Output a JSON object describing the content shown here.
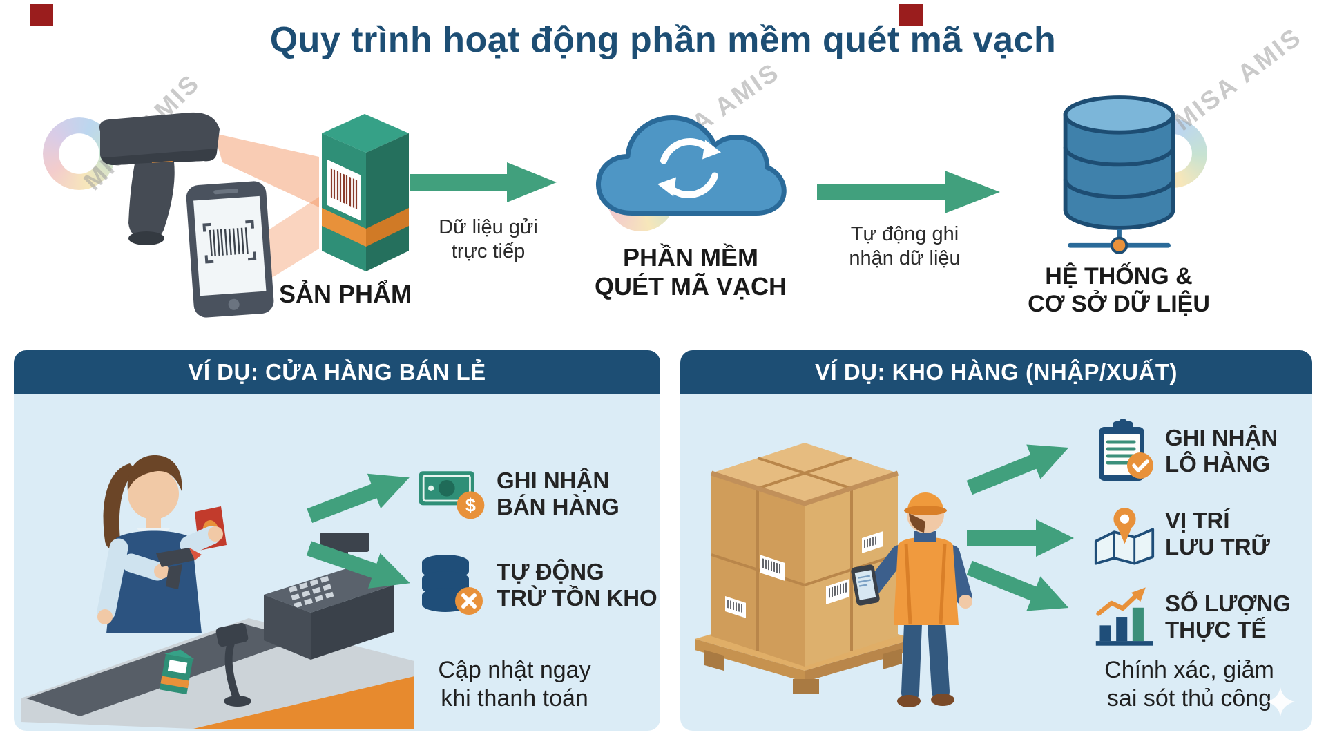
{
  "title": "Quy trình hoạt động phần mềm quét mã vạch",
  "watermark": {
    "brand": "MISA AMIS"
  },
  "flow": {
    "product_label": "SẢN PHẨM",
    "arrow1_label": "Dữ liệu gửi\ntrực tiếp",
    "software_label": "PHẦN MỀM\nQUÉT MÃ VẠCH",
    "arrow2_label": "Tự động ghi\nnhận dữ liệu",
    "database_label": "HỆ THỐNG &\nCƠ SỞ DỮ LIỆU"
  },
  "panels": {
    "retail": {
      "header": "VÍ DỤ: CỬA HÀNG BÁN LẺ",
      "items": [
        {
          "icon": "money-icon",
          "label": "GHI NHẬN\nBÁN HÀNG"
        },
        {
          "icon": "inventory-deduct-icon",
          "label": "TỰ ĐỘNG\nTRỪ TỒN KHO"
        }
      ],
      "caption": "Cập nhật ngay\nkhi thanh toán"
    },
    "warehouse": {
      "header": "VÍ DỤ: KHO HÀNG (NHẬP/XUẤT)",
      "items": [
        {
          "icon": "batch-clipboard-icon",
          "label": "GHI NHẬN\nLÔ HÀNG"
        },
        {
          "icon": "location-map-icon",
          "label": "VỊ TRÍ\nLƯU TRỮ"
        },
        {
          "icon": "quantity-chart-icon",
          "label": "SỐ LƯỢNG\nTHỰC TẾ"
        }
      ],
      "caption": "Chính xác, giảm\nsai sót thủ công"
    }
  },
  "icons": {
    "scanner": "barcode-scanner",
    "smartphone": "smartphone-barcode",
    "product": "milk-carton",
    "cloud": "cloud-sync",
    "database": "database-cylinder",
    "money": "cash-bill",
    "money_badge": "$",
    "inventory_deduct": "database-cross",
    "batch": "clipboard-check",
    "location": "map-pin",
    "quantity": "bar-chart-trend",
    "sparkle": "four-point-star"
  },
  "colors": {
    "title": "#1d4e74",
    "arrow_green": "#41a07d",
    "panel_bg": "#dbecf6",
    "header_bg": "#1d4e74",
    "accent_orange": "#e8913a",
    "cloud_blue": "#4e96c5",
    "navy": "#1f4e79",
    "teal": "#2f8f77",
    "corner_red": "#9a1d1d"
  }
}
